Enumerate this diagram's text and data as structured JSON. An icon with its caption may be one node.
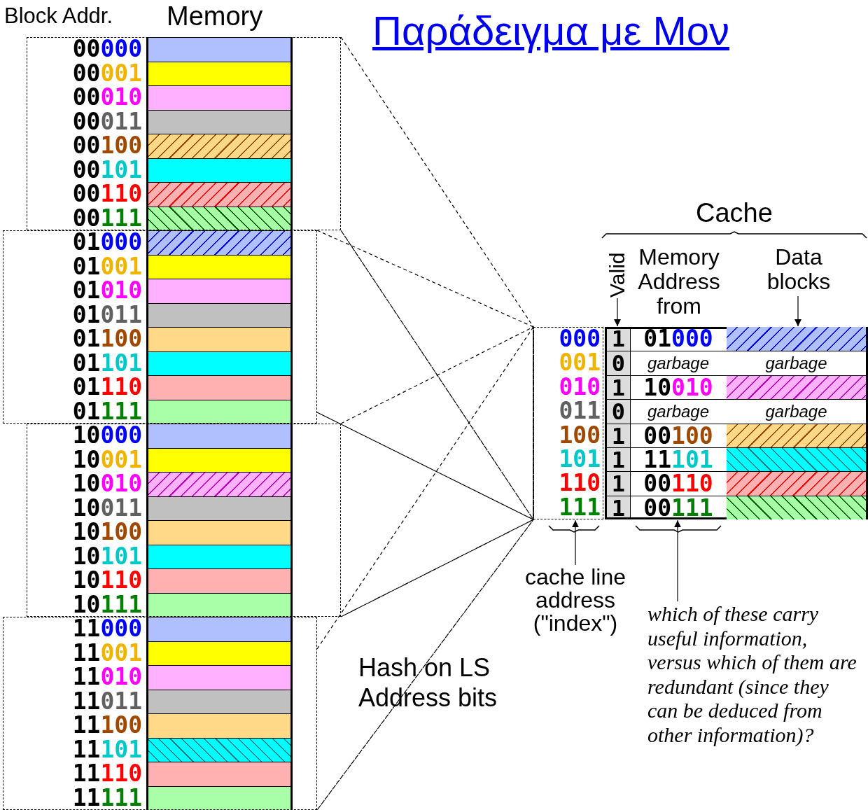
{
  "diagram": {
    "title": "Παράδειγμα με Μον",
    "nodes": [
      {
        "text": [
          "00000",
          "00001",
          "00010",
          "00011",
          "00100",
          "00101",
          "00110",
          "00111"
        ]
      },
      {
        "text": [
          "01000",
          "01001",
          "01010",
          "01011",
          "01100",
          "01101",
          "01110",
          "01111"
        ]
      },
      {
        "text": [
          "10000",
          "10001",
          "10010",
          "10011",
          "10100",
          "10101",
          "10110",
          "10111"
        ]
      },
      {
        "text": [
          "11000",
          "11001",
          "11010",
          "11011",
          "11100",
          "11101",
          "11110",
          "11111"
        ]
      },
      {
        "text": [
          "000",
          "001",
          "010",
          "011",
          "100",
          "101",
          "110",
          "111"
        ]
      },
      {
        "text": [
          "Valid"
        ]
      },
      {
        "text": [
          "1",
          "0",
          "1",
          "0",
          "1",
          "1",
          "1",
          "1"
        ]
      },
      {
        "text": [
          "01000",
          "garbage",
          "10010",
          "garbage",
          "00100",
          "11101",
          "00110",
          "00111"
        ]
      },
      {
        "text": [
          "Data blocks"
        ]
      },
      {
        "text": [
          "garbage",
          "garbage"
        ]
      },
      {
        "text": [
          "cache line address (\"index\")"
        ]
      },
      {
        "text": [
          "which of these carry useful information, versus which of them are redundant (since they can be deduced from other information)?"
        ]
      }
    ],
    "edges": [
      {
        "from": 0,
        "to": 4,
        "arrow": "none",
        "style": "dashed"
      },
      {
        "from": 1,
        "to": 4,
        "arrow": "none",
        "style": "dashed"
      },
      {
        "from": 2,
        "to": 4,
        "arrow": "none",
        "style": "dashed"
      },
      {
        "from": 3,
        "to": 4,
        "arrow": "none",
        "style": "dashed"
      },
      {
        "from": 5,
        "to": 6,
        "arrow": "to"
      },
      {
        "from": 8,
        "to": 9,
        "arrow": "to"
      },
      {
        "from": 10,
        "to": 4,
        "arrow": "to"
      },
      {
        "from": 11,
        "to": 7,
        "arrow": "to"
      }
    ],
    "labels": [
      "Block Addr.",
      "Memory",
      "Cache",
      "Memory Address from",
      "Hash on LS Address bits"
    ]
  }
}
